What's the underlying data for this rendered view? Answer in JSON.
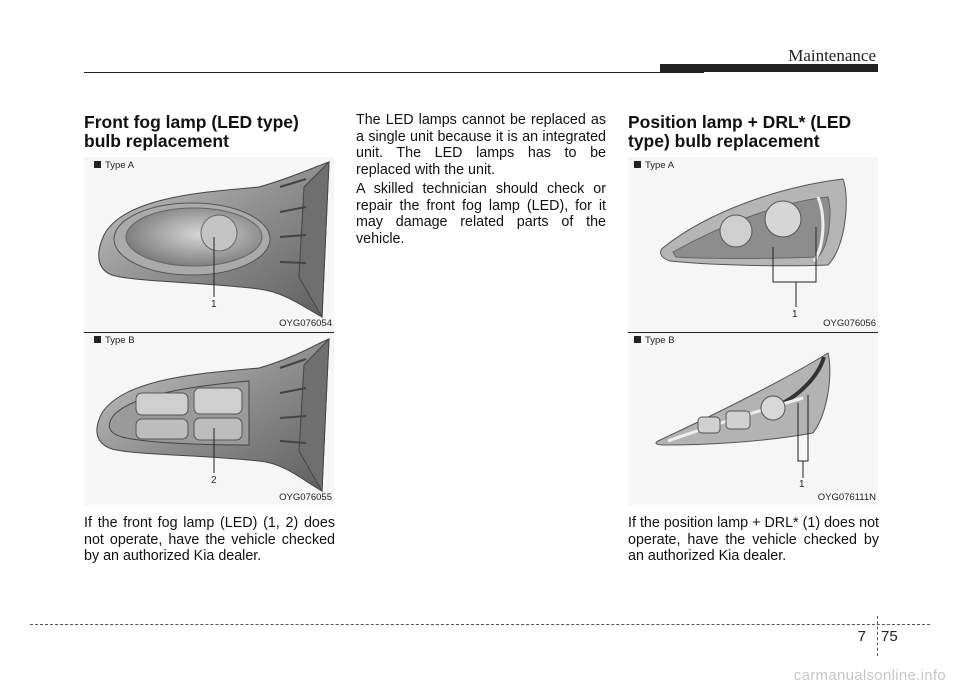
{
  "header": {
    "section": "Maintenance"
  },
  "left": {
    "heading": "Front fog lamp (LED type) bulb replacement",
    "figA": {
      "label": "Type A",
      "code": "OYG076054",
      "callout": "1"
    },
    "figB": {
      "label": "Type B",
      "code": "OYG076055",
      "callout": "2"
    },
    "body": "If the front fog lamp (LED) (1, 2) does not operate, have the vehicle checked by an authorized Kia dealer."
  },
  "middle": {
    "para1": "The LED lamps cannot be replaced as a single unit because it is an integrated unit. The LED lamps has to be replaced with the unit.",
    "para2": "A skilled technician should check or repair the front fog lamp (LED), for it may damage related parts of the vehicle."
  },
  "right": {
    "heading": "Position lamp + DRL* (LED type) bulb replacement",
    "figA": {
      "label": "Type A",
      "code": "OYG076056",
      "callout": "1"
    },
    "figB": {
      "label": "Type B",
      "code": "OYG076111N",
      "callout": "1"
    },
    "body": "If the position lamp + DRL* (1) does not operate, have the vehicle checked by an authorized Kia dealer."
  },
  "footer": {
    "chapter": "7",
    "page": "75",
    "watermark": "carmanualsonline.info"
  }
}
